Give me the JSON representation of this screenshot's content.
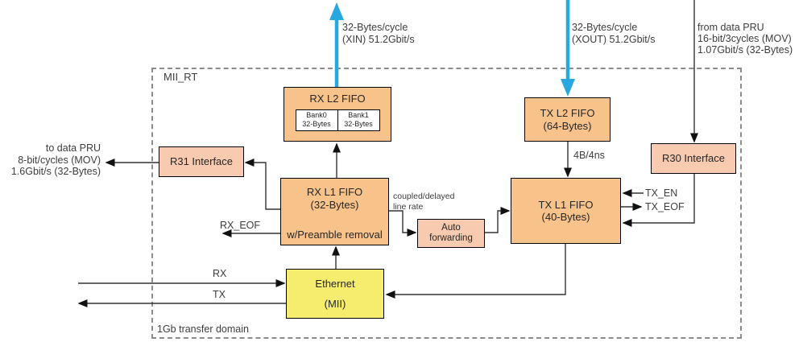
{
  "boundary": {
    "label": "MII_RT",
    "domain_label": "1Gb transfer domain"
  },
  "blocks": {
    "rx_l2_fifo": {
      "title": "RX L2 FIFO",
      "banks": [
        {
          "name": "Bank0",
          "size": "32-Bytes"
        },
        {
          "name": "Bank1",
          "size": "32-Bytes"
        }
      ]
    },
    "tx_l2_fifo": {
      "title": "TX L2 FIFO",
      "size": "(64-Bytes)"
    },
    "r31_interface": {
      "title": "R31 Interface"
    },
    "r30_interface": {
      "title": "R30 Interface"
    },
    "rx_l1_fifo": {
      "title": "RX L1 FIFO",
      "size": "(32-Bytes)",
      "note": "w/Preamble removal"
    },
    "tx_l1_fifo": {
      "title": "TX L1 FIFO",
      "size": "(40-Bytes)"
    },
    "auto_forwarding": {
      "lines": [
        "Auto",
        "forwarding"
      ]
    },
    "ethernet": {
      "title": "Ethernet",
      "sub": "(MII)"
    }
  },
  "signals": {
    "xin": [
      "32-Bytes/cycle",
      "(XIN) 51.2Gbit/s"
    ],
    "xout": [
      "32-Bytes/cycle",
      "(XOUT) 51.2Gbit/s"
    ],
    "from_data_pru": [
      "from data PRU",
      "16-bit/3cycles (MOV)",
      "1.07Gbit/s (32-Bytes)"
    ],
    "to_data_pru": [
      "to data PRU",
      "8-bit/cycles (MOV)",
      "1.6Gbit/s (32-Bytes)"
    ],
    "rate_4b4ns": "4B/4ns",
    "tx_en": "TX_EN",
    "tx_eof": "TX_EOF",
    "rx_eof": "RX_EOF",
    "coupled_delayed": [
      "coupled/delayed",
      "line rate"
    ],
    "rx": "RX",
    "tx": "TX"
  },
  "colors": {
    "fifo_fill": "#F8C38B",
    "interface_fill": "#F8CBB1",
    "ethernet_fill": "#F6EC6E",
    "arrow_blue": "#29A8E0",
    "line": "#333333",
    "dashed_border": "#8C8C8C"
  }
}
